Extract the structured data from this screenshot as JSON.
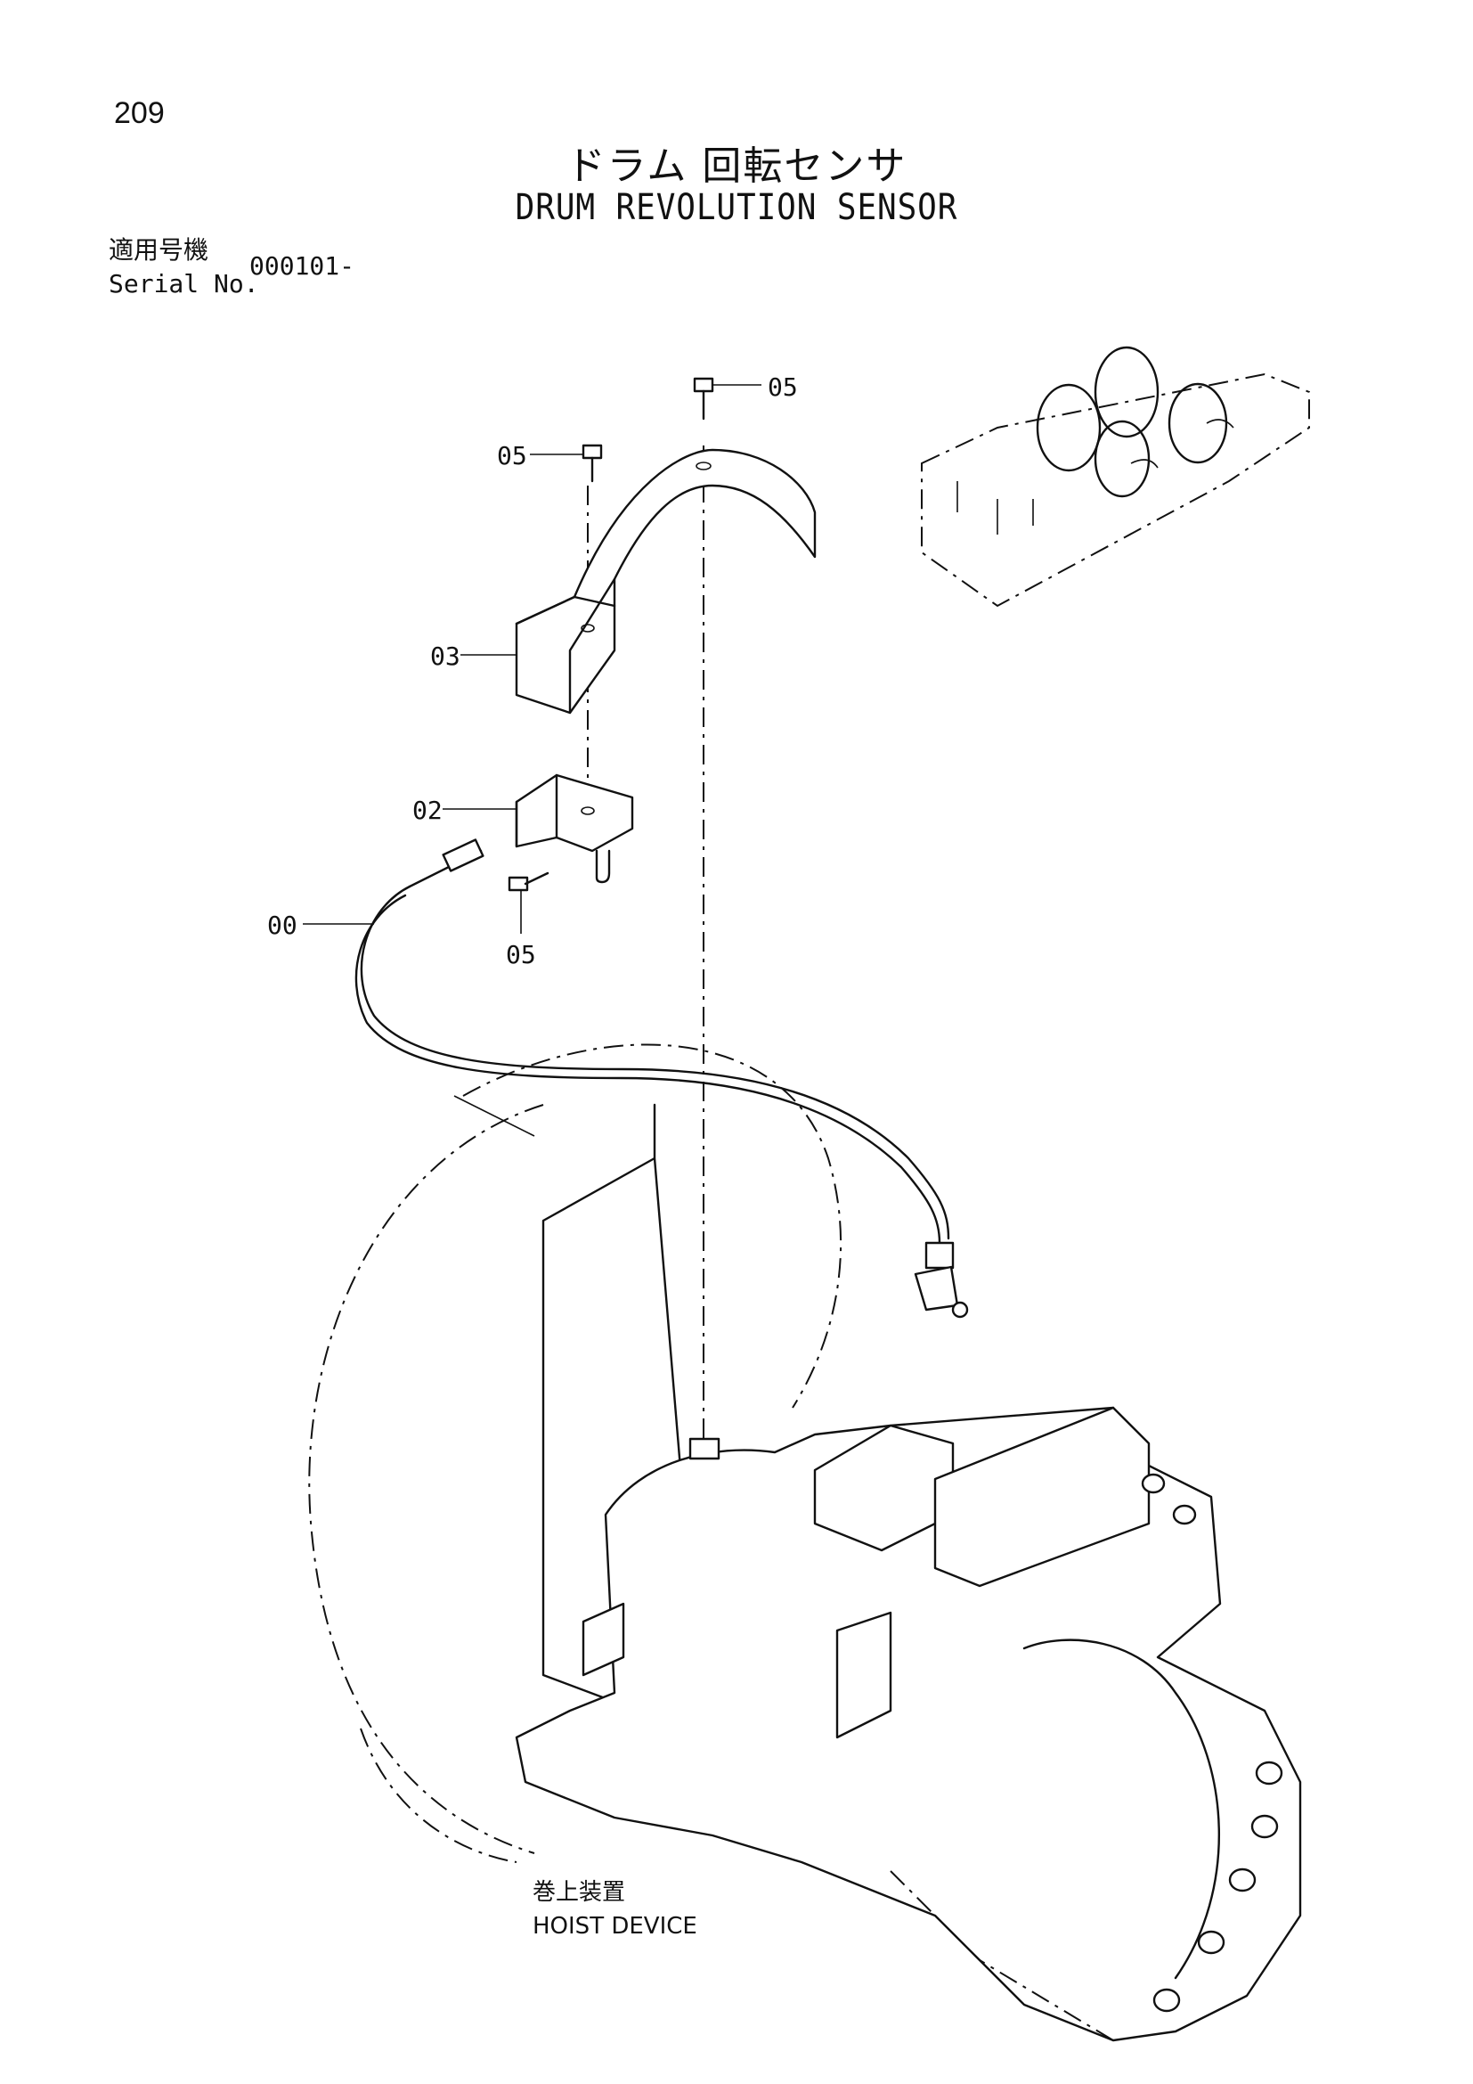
{
  "page_number": "209",
  "title_jp": "ドラム 回転センサ",
  "title_en": "DRUM REVOLUTION SENSOR",
  "serial_label_jp": "適用号機",
  "serial_label_en": "Serial No.",
  "serial_value": "000101-",
  "callouts": {
    "c05_top": "05",
    "c05_left": "05",
    "c03": "03",
    "c02": "02",
    "c00": "00",
    "c05_bottom": "05"
  },
  "device_label_jp": "巻上装置",
  "device_label_en": "HOIST DEVICE"
}
